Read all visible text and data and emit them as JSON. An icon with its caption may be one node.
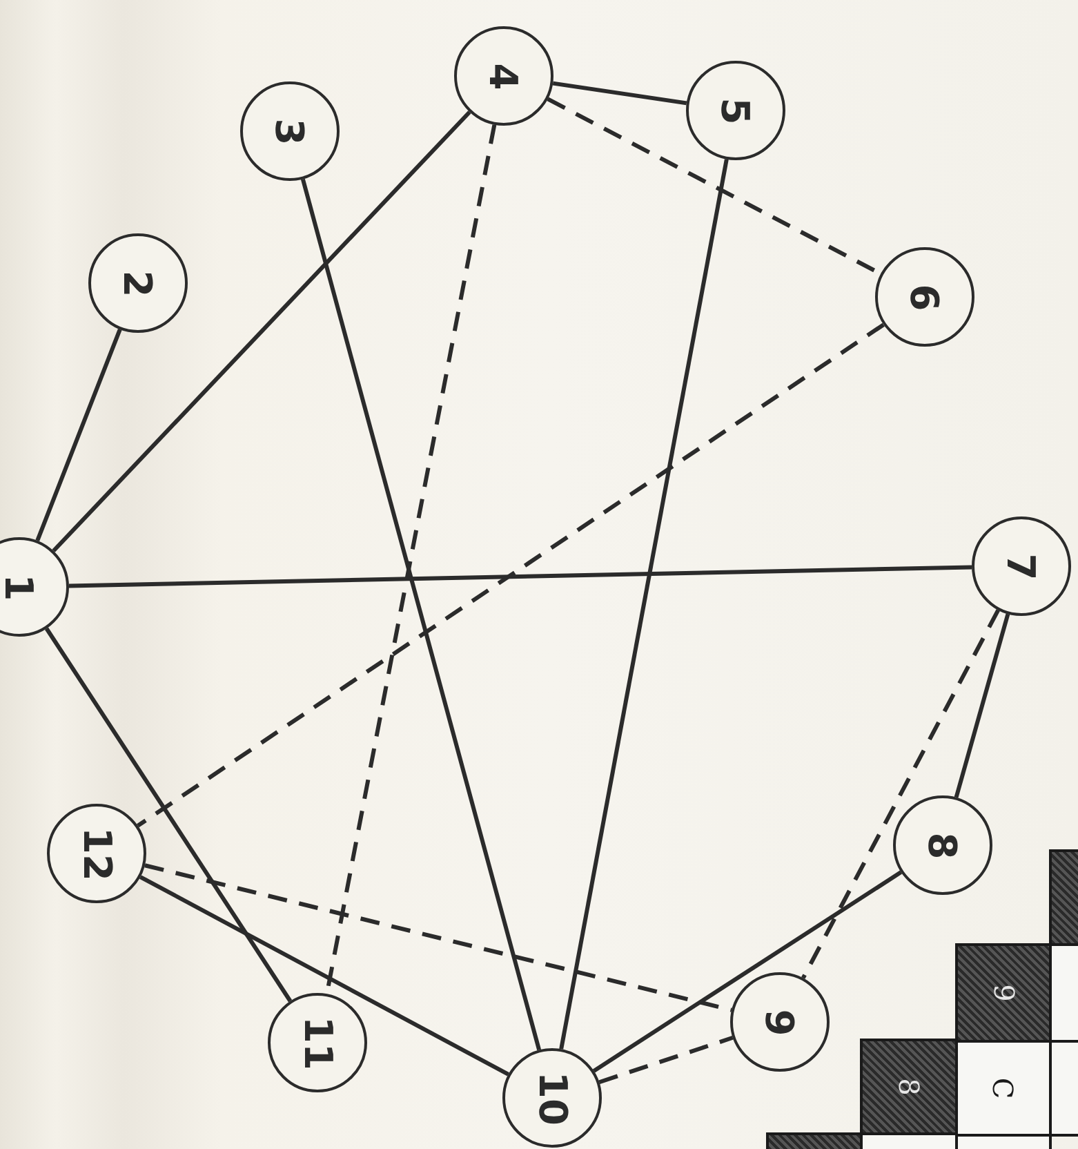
{
  "diagram": {
    "nodes": [
      {
        "text": [
          "1"
        ]
      },
      {
        "text": [
          "2"
        ]
      },
      {
        "text": [
          "3"
        ]
      },
      {
        "text": [
          "4"
        ]
      },
      {
        "text": [
          "5"
        ]
      },
      {
        "text": [
          "6"
        ]
      },
      {
        "text": [
          "7"
        ]
      },
      {
        "text": [
          "8"
        ]
      },
      {
        "text": [
          "9"
        ]
      },
      {
        "text": [
          "10"
        ]
      },
      {
        "text": [
          "11"
        ]
      },
      {
        "text": [
          "12"
        ]
      }
    ],
    "edges": [
      {
        "from": 0,
        "to": 1,
        "arrow": "none"
      },
      {
        "from": 0,
        "to": 3,
        "arrow": "none"
      },
      {
        "from": 2,
        "to": 9,
        "arrow": "none"
      },
      {
        "from": 3,
        "to": 4,
        "arrow": "none"
      },
      {
        "from": 4,
        "to": 9,
        "arrow": "none"
      },
      {
        "from": 3,
        "to": 10,
        "arrow": "none",
        "style": "dashed"
      },
      {
        "from": 3,
        "to": 5,
        "arrow": "none",
        "style": "dashed"
      },
      {
        "from": 5,
        "to": 11,
        "arrow": "none",
        "style": "dashed"
      },
      {
        "from": 0,
        "to": 6,
        "arrow": "none"
      },
      {
        "from": 0,
        "to": 10,
        "arrow": "none"
      },
      {
        "from": 9,
        "to": 11,
        "arrow": "none"
      },
      {
        "from": 11,
        "to": 8,
        "arrow": "none",
        "style": "dashed"
      },
      {
        "from": 9,
        "to": 7,
        "arrow": "none"
      },
      {
        "from": 7,
        "to": 6,
        "arrow": "none"
      },
      {
        "from": 6,
        "to": 8,
        "arrow": "none",
        "style": "dashed"
      },
      {
        "from": 9,
        "to": 8,
        "arrow": "none",
        "style": "dashed"
      }
    ],
    "labels": [
      "9",
      "8",
      "C"
    ]
  }
}
